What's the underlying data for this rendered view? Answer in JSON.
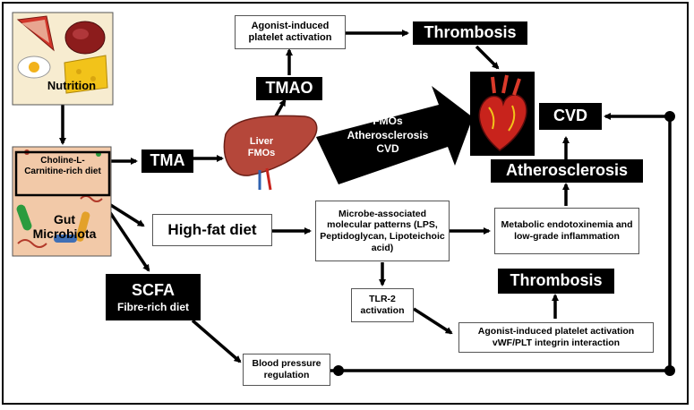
{
  "nodes": {
    "nutrition": "Nutrition",
    "choline": "Choline-L-Carnitine-rich diet",
    "gut": "Gut Microbiota",
    "tma": "TMA",
    "liver": "Liver FMOs",
    "tmao": "TMAO",
    "agonist_top": "Agonist-induced platelet activation",
    "thrombosis_top": "Thrombosis",
    "big_arrow": "FMOs Atherosclerosis CVD",
    "cvd": "CVD",
    "atherosclerosis": "Atherosclerosis",
    "high_fat": "High-fat diet",
    "mamp": "Microbe-associated molecular patterns (LPS, Peptidoglycan, Lipoteichoic acid)",
    "metabolic": "Metabolic endotoxinemia and low-grade inflammation",
    "tlr2": "TLR-2 activation",
    "thrombosis_mid": "Thrombosis",
    "agonist_bottom": "Agonist-induced platelet activation vWF/PLT integrin interaction",
    "scfa": "SCFA",
    "fibre": "Fibre-rich diet",
    "bp": "Blood pressure regulation"
  },
  "colors": {
    "liver": "#b5473a",
    "heart": "#c8231c",
    "food_panel": "#f7ecd0",
    "gut_panel": "#f2c9a8"
  },
  "icons": [
    "food-icon",
    "bacteria-icon",
    "liver-icon",
    "heart-icon"
  ]
}
